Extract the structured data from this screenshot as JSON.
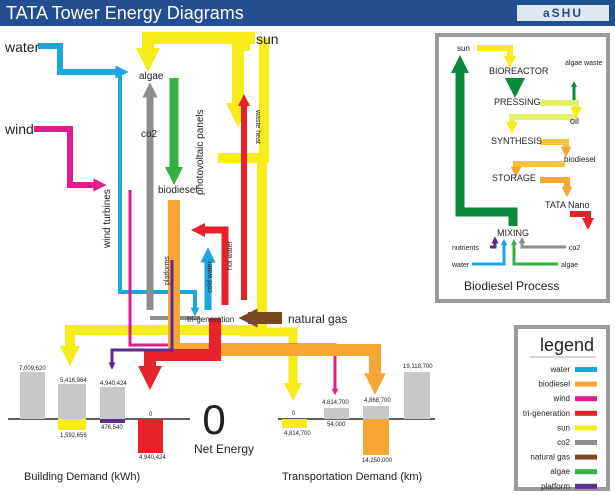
{
  "header": {
    "title": "TATA Tower Energy Diagrams",
    "logo": "aSHU"
  },
  "main_labels": {
    "water": "water",
    "wind": "wind",
    "sun": "sun",
    "algae": "algae",
    "co2": "co2",
    "biodiesel": "biodiesel",
    "photovoltaic": "photovoltaic panels",
    "waste_heat": "waste heat",
    "wind_turbines": "wind turbines",
    "platforms": "platforms",
    "cold_water": "cold water",
    "hot_water": "hot water",
    "trigeneration": "tri-generation",
    "natural_gas": "natural gas"
  },
  "process": {
    "title": "Biodiesel Process",
    "sun": "sun",
    "bioreactor": "BIOREACTOR",
    "algae_waste": "algae waste",
    "pressing": "PRESSING",
    "oil": "oil",
    "synthesis": "SYNTHESIS",
    "biodiesel": "biodiesel",
    "storage": "STORAGE",
    "tata_nano": "TATA Nano",
    "mixing": "MIXING",
    "nutrients": "nutrients",
    "co2": "co2",
    "water": "water",
    "algae": "algae"
  },
  "legend": {
    "title": "legend",
    "items": [
      {
        "label": "water",
        "color": "#1ba6e0"
      },
      {
        "label": "biodiesel",
        "color": "#f7a534"
      },
      {
        "label": "wind",
        "color": "#e21d8b"
      },
      {
        "label": "tri-generation",
        "color": "#e8222a"
      },
      {
        "label": "sun",
        "color": "#f5ec1a"
      },
      {
        "label": "co2",
        "color": "#8e8e8e"
      },
      {
        "label": "natural gas",
        "color": "#7a4a1f"
      },
      {
        "label": "algae",
        "color": "#35b045"
      },
      {
        "label": "platform",
        "color": "#5b2d8e"
      }
    ]
  },
  "building": {
    "title": "Building Demand (kWh)",
    "bars": [
      {
        "top_label": "7,009,620",
        "bottom_label": ""
      },
      {
        "top_label": "5,416,964",
        "bottom_label": "1,592,656"
      },
      {
        "top_label": "4,940,424",
        "bottom_label": "476,540"
      },
      {
        "top_label": "0",
        "bottom_label": "4,940,424"
      }
    ]
  },
  "net_energy": {
    "value": "0",
    "label": "Net Energy"
  },
  "transport": {
    "title": "Transportation Demand (km)",
    "bars": [
      {
        "top_label": "0",
        "bottom_label": "4,814,700"
      },
      {
        "top_label": "4,814,700",
        "bottom_label": "54,000"
      },
      {
        "top_label": "4,868,700",
        "bottom_label": "14,250,000"
      },
      {
        "top_label": "19,118,700",
        "bottom_label": ""
      }
    ]
  }
}
